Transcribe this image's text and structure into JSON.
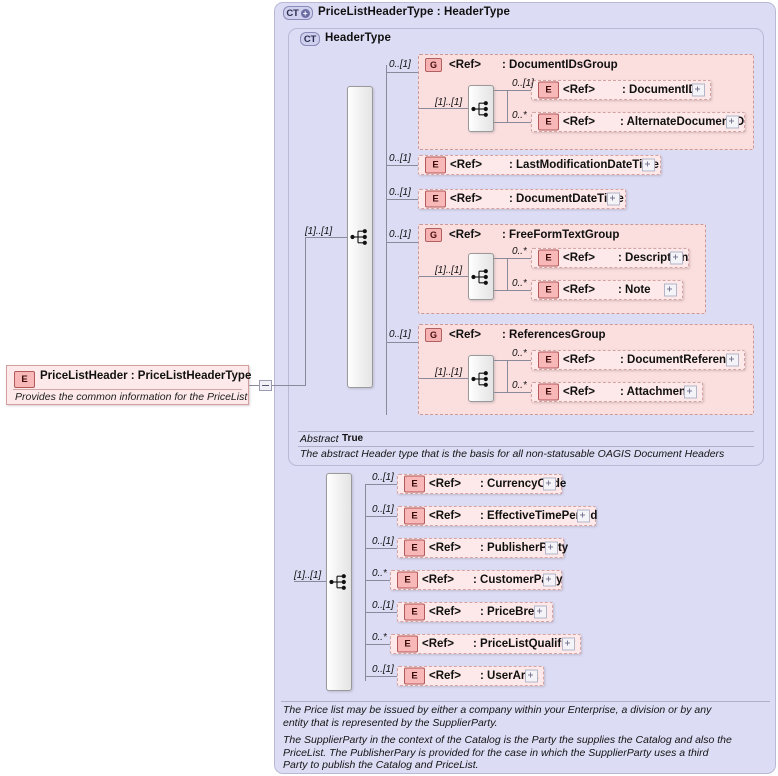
{
  "diagram": {
    "type": "xsd-schema-diagram",
    "root_element": {
      "icon": "E",
      "label": "PriceListHeader : PriceListHeaderType",
      "documentation": "Provides the common information for the PriceList",
      "toggle": "minus-box"
    },
    "outer_type": {
      "badge": "CT",
      "badge_expand": "+",
      "title": "PriceListHeaderType : HeaderType"
    },
    "inner_type": {
      "badge": "CT",
      "title": "HeaderType",
      "annotation_label": "Abstract",
      "annotation_value": "True",
      "annotation_text": "The abstract Header type that is the basis for all non-statusable OAGIS Document Headers",
      "sequence_cardinality": "[1]..[1]"
    },
    "groups": [
      {
        "badge": "G",
        "ref": "<Ref>",
        "name": ": DocumentIDsGroup",
        "cardinality": "0..[1]",
        "sequence_cardinality": "[1]..[1]",
        "children": [
          {
            "badge": "E",
            "ref": "<Ref>",
            "name": ": DocumentID",
            "cardinality": "0..[1]",
            "border": "dashed",
            "expand": "+"
          },
          {
            "badge": "E",
            "ref": "<Ref>",
            "name": ": AlternateDocumentID",
            "cardinality": "0..*",
            "border": "dashed",
            "expand": "+"
          }
        ]
      },
      {
        "badge": "G",
        "ref": "<Ref>",
        "name": ": FreeFormTextGroup",
        "cardinality": "0..[1]",
        "sequence_cardinality": "[1]..[1]",
        "children": [
          {
            "badge": "E",
            "ref": "<Ref>",
            "name": ": Description",
            "cardinality": "0..*",
            "border": "dashed",
            "expand": "+"
          },
          {
            "badge": "E",
            "ref": "<Ref>",
            "name": ": Note",
            "cardinality": "0..*",
            "border": "dashed",
            "expand": "+"
          }
        ]
      },
      {
        "badge": "G",
        "ref": "<Ref>",
        "name": ": ReferencesGroup",
        "cardinality": "0..[1]",
        "sequence_cardinality": "[1]..[1]",
        "children": [
          {
            "badge": "E",
            "ref": "<Ref>",
            "name": ": DocumentReference",
            "cardinality": "0..*",
            "border": "dashed",
            "expand": "+"
          },
          {
            "badge": "E",
            "ref": "<Ref>",
            "name": ": Attachment",
            "cardinality": "0..*",
            "border": "dashed",
            "expand": "+"
          }
        ]
      }
    ],
    "header_elements": [
      {
        "badge": "E",
        "ref": "<Ref>",
        "name": ": LastModificationDateTime",
        "cardinality": "0..[1]",
        "border": "dashed",
        "expand": "+"
      },
      {
        "badge": "E",
        "ref": "<Ref>",
        "name": ": DocumentDateTime",
        "cardinality": "0..[1]",
        "border": "dashed",
        "expand": "+"
      }
    ],
    "pricelist_elements": [
      {
        "badge": "E",
        "ref": "<Ref>",
        "name": ": CurrencyCode",
        "cardinality": "0..[1]",
        "border": "dashed",
        "expand": "+"
      },
      {
        "badge": "E",
        "ref": "<Ref>",
        "name": ": EffectiveTimePeriod",
        "cardinality": "0..[1]",
        "border": "dashed",
        "expand": "+"
      },
      {
        "badge": "E",
        "ref": "<Ref>",
        "name": ": PublisherParty",
        "cardinality": "0..[1]",
        "border": "dashed",
        "expand": "+"
      },
      {
        "badge": "E",
        "ref": "<Ref>",
        "name": ": CustomerParty",
        "cardinality": "0..*",
        "border": "dashed",
        "expand": "+"
      },
      {
        "badge": "E",
        "ref": "<Ref>",
        "name": ": PriceBreak",
        "cardinality": "0..[1]",
        "border": "dashed",
        "expand": "+"
      },
      {
        "badge": "E",
        "ref": "<Ref>",
        "name": ": PriceListQualifier",
        "cardinality": "0..*",
        "border": "dashed",
        "expand": "+"
      },
      {
        "badge": "E",
        "ref": "<Ref>",
        "name": ": UserArea",
        "cardinality": "0..[1]",
        "border": "dashed",
        "expand": "+"
      }
    ],
    "outer_sequence_cardinality": "[1]..[1]",
    "footer_notes": [
      "The Price list may be issued by either a company within your Enterprise, a division or by any entity that is represented by the SupplierParty.",
      "The SupplierParty in the context of the Catalog is the Party the supplies the Catalog and also the PriceList. The PublisherPary is provided for the case in which the SupplierParty uses a third Party to publish the Catalog and PriceList."
    ],
    "colors": {
      "container_bg": "#dcdcf5",
      "container_border": "#b9b9d6",
      "group_bg": "#fbdede",
      "group_border": "#c89a9a",
      "node_bg": "#fde9e9",
      "node_border": "#d6a3a3",
      "badge_bg": "#f9b8b8",
      "badge_border": "#b35959",
      "line": "#8a8a9a"
    }
  }
}
